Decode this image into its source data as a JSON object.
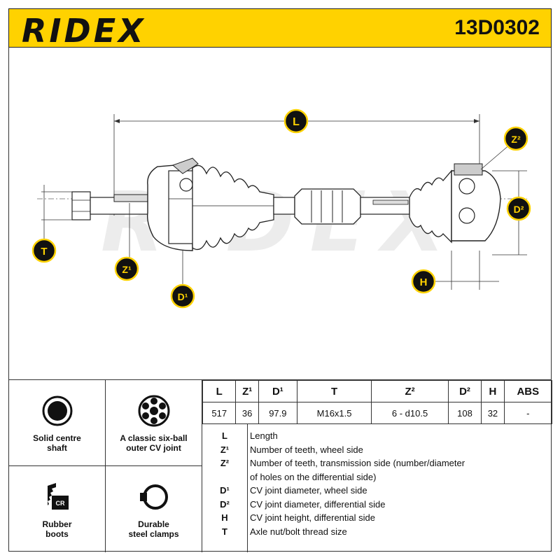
{
  "header": {
    "brand": "RIDEX",
    "part_number": "13D0302"
  },
  "drawing": {
    "watermark": "RIDEX",
    "labels": {
      "L": "L",
      "Z2": "Z²",
      "D2": "D²",
      "H": "H",
      "T": "T",
      "Z1": "Z¹",
      "D1": "D¹"
    },
    "accent_color": "#ffd200"
  },
  "features": [
    {
      "icon": "solid-shaft-icon",
      "label": "Solid centre\nshaft"
    },
    {
      "icon": "six-ball-joint-icon",
      "label": "A classic six-ball\nouter CV joint"
    },
    {
      "icon": "rubber-boot-icon",
      "label": "Rubber\nboots"
    },
    {
      "icon": "steel-clamp-icon",
      "label": "Durable\nsteel clamps"
    }
  ],
  "spec_table": {
    "headers": [
      "L",
      "Z¹",
      "D¹",
      "T",
      "Z²",
      "D²",
      "H",
      "ABS"
    ],
    "values": [
      "517",
      "36",
      "97.9",
      "M16x1.5",
      "6 - d10.5",
      "108",
      "32",
      "-"
    ]
  },
  "legend": [
    {
      "code": "L",
      "desc": "Length"
    },
    {
      "code": "Z¹",
      "desc": "Number of teeth, wheel side"
    },
    {
      "code": "Z²",
      "desc": "Number of teeth, transmission side (number/diameter"
    },
    {
      "code": "",
      "desc": "of holes on the differential side)"
    },
    {
      "code": "D¹",
      "desc": "CV joint diameter, wheel side"
    },
    {
      "code": "D²",
      "desc": "CV joint diameter, differential side"
    },
    {
      "code": "H",
      "desc": "CV joint height, differential side"
    },
    {
      "code": "T",
      "desc": "Axle nut/bolt thread size"
    }
  ]
}
